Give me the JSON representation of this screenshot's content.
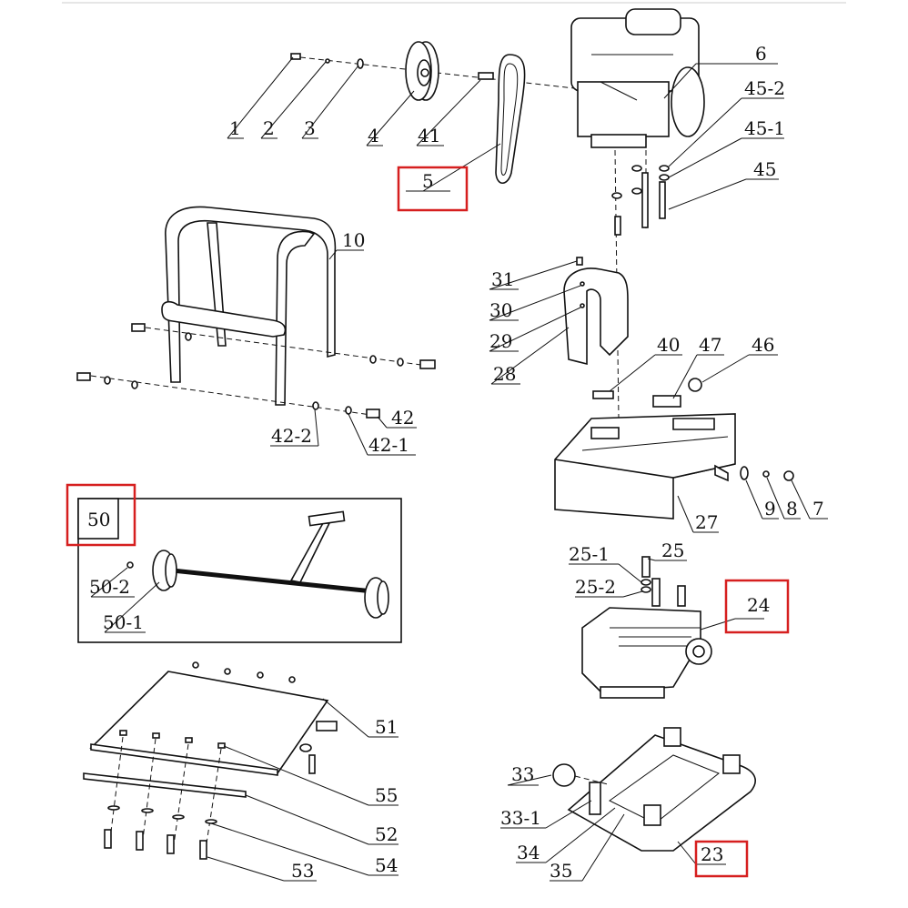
{
  "labels": {
    "p1": "1",
    "p2": "2",
    "p3": "3",
    "p4": "4",
    "p41": "41",
    "p5": "5",
    "p6": "6",
    "p45_2": "45-2",
    "p45_1": "45-1",
    "p45": "45",
    "p10": "10",
    "p31": "31",
    "p30": "30",
    "p29": "29",
    "p28": "28",
    "p40": "40",
    "p47": "47",
    "p46": "46",
    "p42": "42",
    "p42_2": "42-2",
    "p42_1": "42-1",
    "p27": "27",
    "p9": "9",
    "p8": "8",
    "p7": "7",
    "p50": "50",
    "p50_2": "50-2",
    "p50_1": "50-1",
    "p25_1": "25-1",
    "p25": "25",
    "p25_2": "25-2",
    "p24": "24",
    "p51": "51",
    "p55": "55",
    "p52": "52",
    "p54": "54",
    "p53": "53",
    "p33": "33",
    "p33_1": "33-1",
    "p34": "34",
    "p35": "35",
    "p23": "23"
  },
  "highlight_color": "#d61f1f",
  "highlighted_parts": [
    "5",
    "50",
    "24",
    "23"
  ]
}
